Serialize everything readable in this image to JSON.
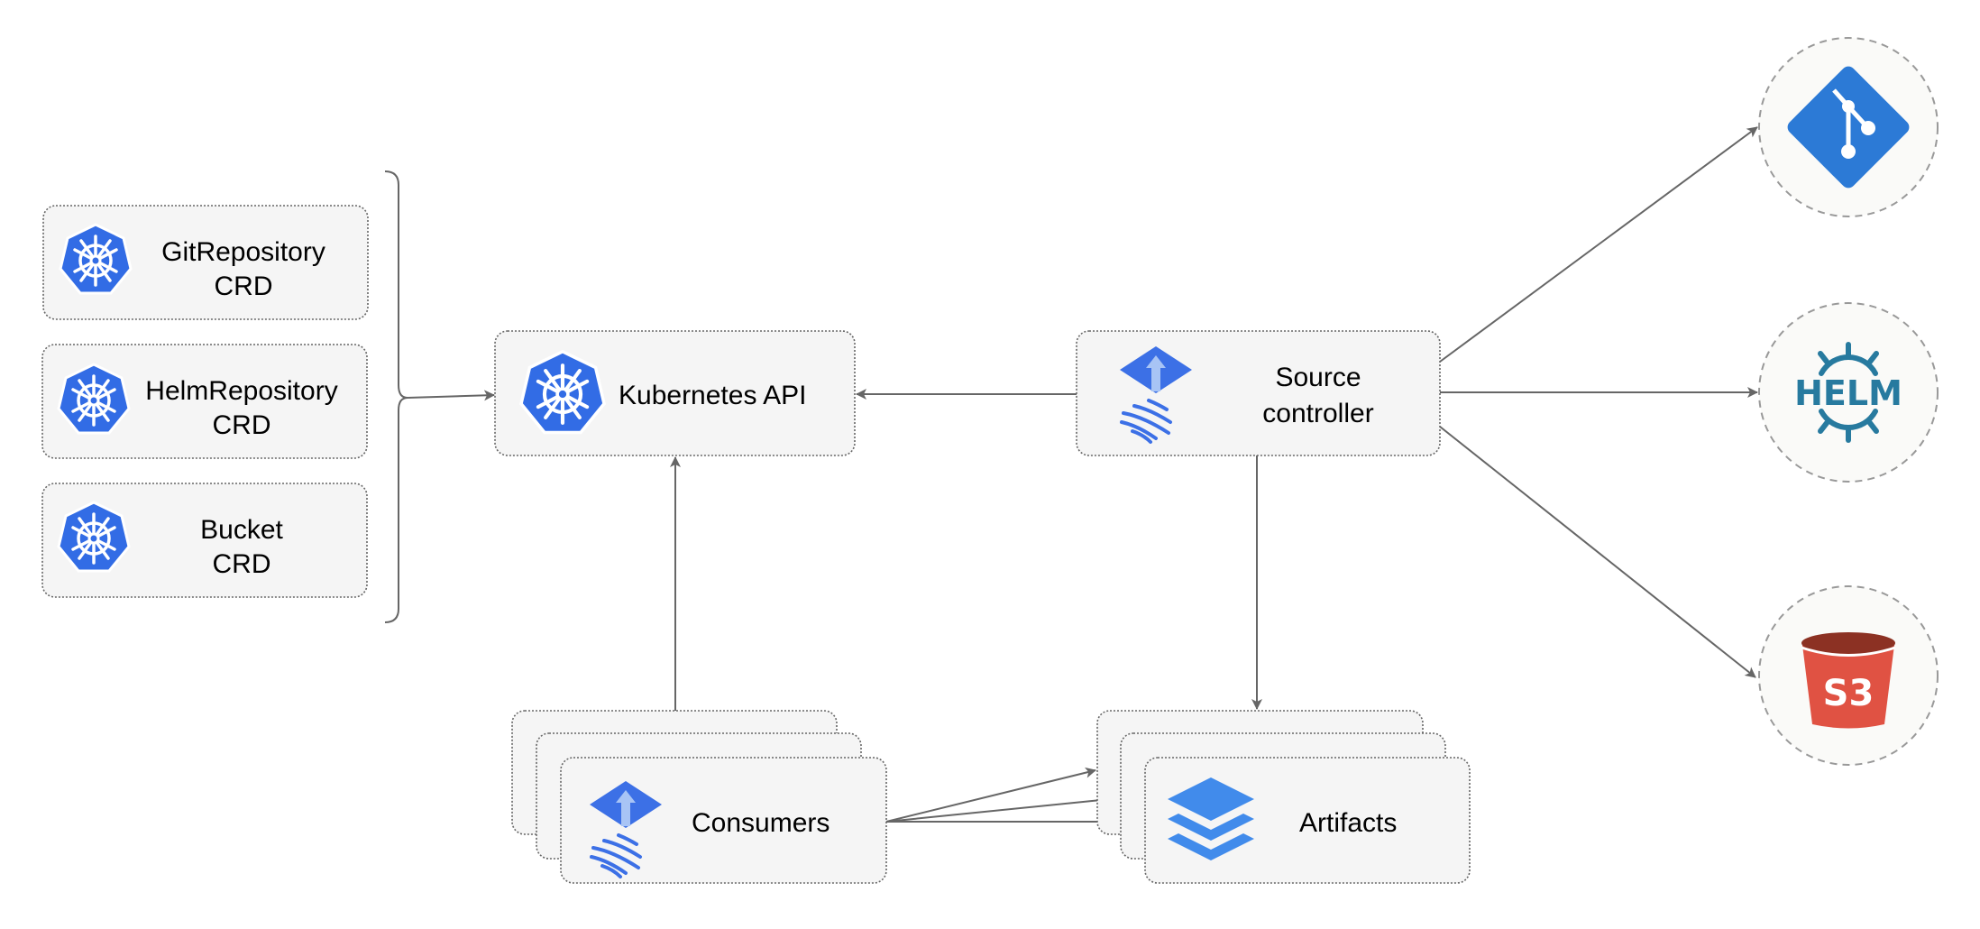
{
  "nodes": {
    "git_repository_crd": {
      "line1": "GitRepository",
      "line2": "CRD",
      "icon": "kubernetes-icon"
    },
    "helm_repository_crd": {
      "line1": "HelmRepository",
      "line2": "CRD",
      "icon": "kubernetes-icon"
    },
    "bucket_crd": {
      "line1": "Bucket",
      "line2": "CRD",
      "icon": "kubernetes-icon"
    },
    "kubernetes_api": {
      "label": "Kubernetes API",
      "icon": "kubernetes-icon"
    },
    "source_controller": {
      "line1": "Source",
      "line2": "controller",
      "icon": "flux-icon"
    },
    "consumers": {
      "label": "Consumers",
      "icon": "flux-icon"
    },
    "artifacts": {
      "label": "Artifacts",
      "icon": "layers-icon"
    },
    "git": {
      "icon": "git-icon"
    },
    "helm": {
      "icon": "helm-icon",
      "logo_text": "HELM"
    },
    "s3": {
      "icon": "s3-bucket-icon",
      "logo_text": "S3"
    }
  },
  "edges": [
    {
      "from": "crds",
      "to": "kubernetes_api"
    },
    {
      "from": "source_controller",
      "to": "kubernetes_api"
    },
    {
      "from": "consumers",
      "to": "kubernetes_api"
    },
    {
      "from": "source_controller",
      "to": "artifacts"
    },
    {
      "from": "source_controller",
      "to": "git"
    },
    {
      "from": "source_controller",
      "to": "helm"
    },
    {
      "from": "source_controller",
      "to": "s3"
    },
    {
      "from": "consumers",
      "to": "artifacts"
    }
  ],
  "colors": {
    "k8s_blue": "#326ce5",
    "flux_blue": "#3c70e6",
    "git_blue": "#2c7ad6",
    "helm_blue": "#277a9f",
    "s3_red": "#e05243",
    "s3_dark": "#8c3123",
    "layers_blue": "#418beb",
    "edge": "#666666"
  }
}
